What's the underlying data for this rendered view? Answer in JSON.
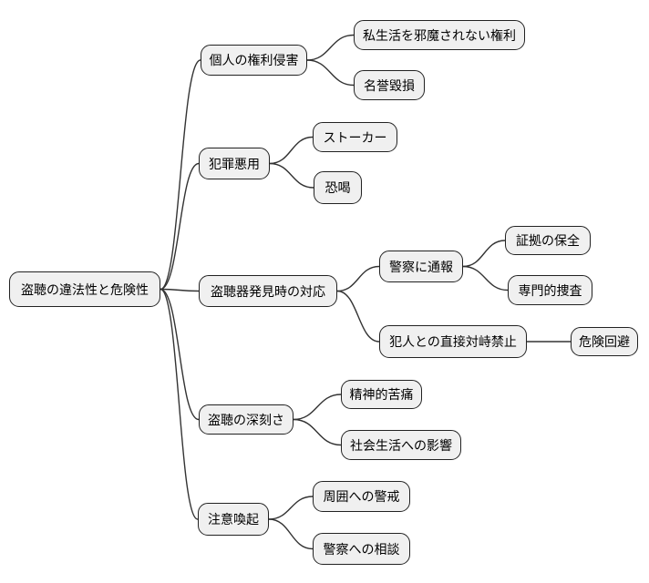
{
  "diagram": {
    "type": "mindmap",
    "background_color": "#ffffff",
    "node_fill_color": "#f0f0f0",
    "node_border_color": "#222222",
    "edge_color": "#333333",
    "text_color": "#000000"
  },
  "mindmap": {
    "root": {
      "label": "盗聴の違法性と危険性"
    },
    "branches": [
      {
        "label": "個人の権利侵害",
        "children": [
          {
            "label": "私生活を邪魔されない権利"
          },
          {
            "label": "名誉毀損"
          }
        ]
      },
      {
        "label": "犯罪悪用",
        "children": [
          {
            "label": "ストーカー"
          },
          {
            "label": "恐喝"
          }
        ]
      },
      {
        "label": "盗聴器発見時の対応",
        "children": [
          {
            "label": "警察に通報",
            "children": [
              {
                "label": "証拠の保全"
              },
              {
                "label": "専門的捜査"
              }
            ]
          },
          {
            "label": "犯人との直接対峙禁止",
            "children": [
              {
                "label": "危険回避"
              }
            ]
          }
        ]
      },
      {
        "label": "盗聴の深刻さ",
        "children": [
          {
            "label": "精神的苦痛"
          },
          {
            "label": "社会生活への影響"
          }
        ]
      },
      {
        "label": "注意喚起",
        "children": [
          {
            "label": "周囲への警戒"
          },
          {
            "label": "警察への相談"
          }
        ]
      }
    ]
  }
}
